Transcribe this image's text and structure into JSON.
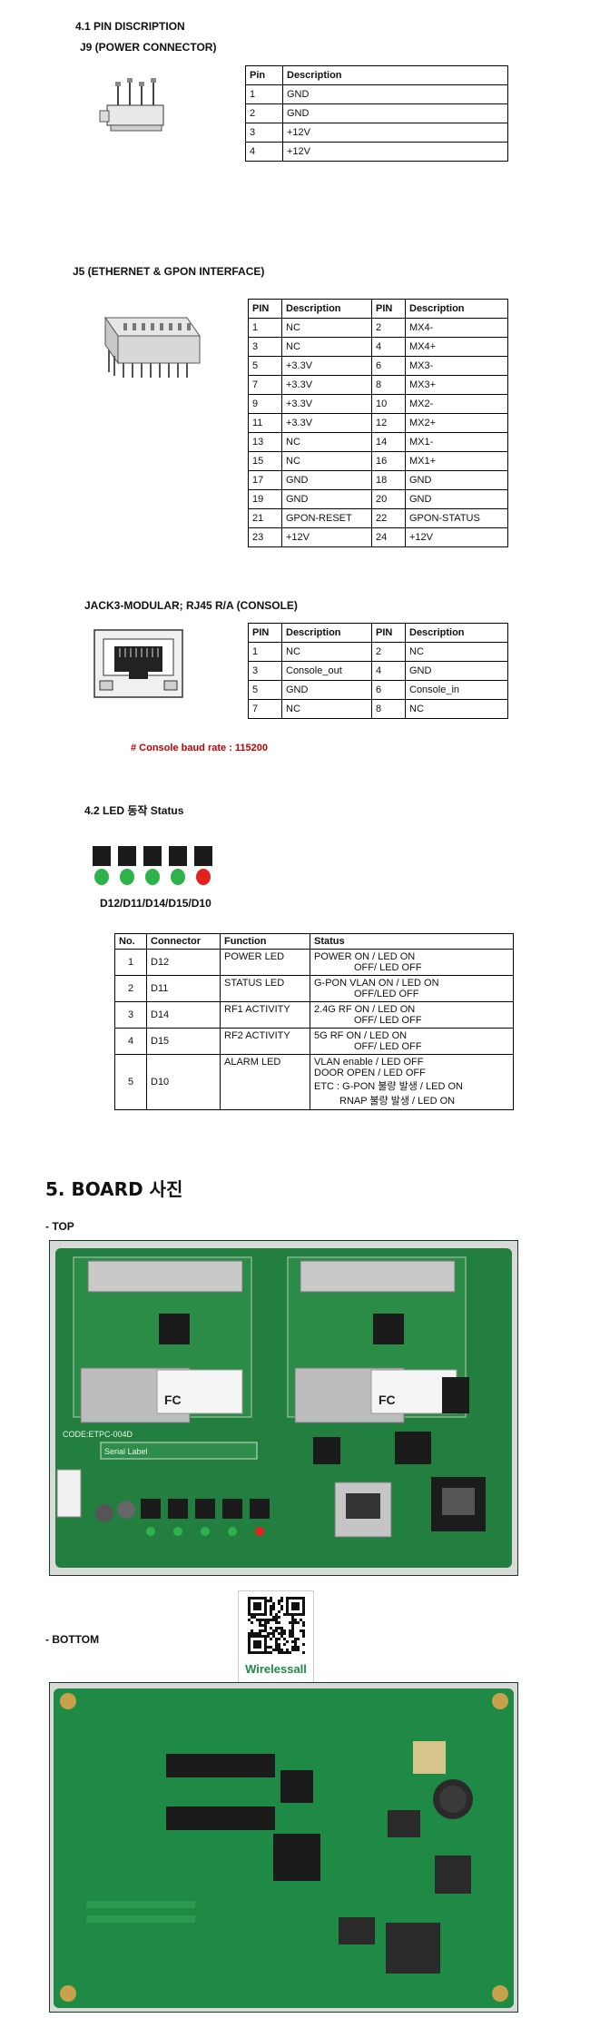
{
  "section41": {
    "title": "4.1 PIN DISCRIPTION"
  },
  "j9": {
    "title": "J9 (POWER CONNECTOR)",
    "headers": [
      "Pin",
      "Description"
    ],
    "rows": [
      [
        "1",
        "GND"
      ],
      [
        "2",
        "GND"
      ],
      [
        "3",
        "+12V"
      ],
      [
        "4",
        "+12V"
      ]
    ]
  },
  "j5": {
    "title": "J5 (ETHERNET & GPON INTERFACE)",
    "headers": [
      "PIN",
      "Description",
      "PIN",
      "Description"
    ],
    "rows": [
      [
        "1",
        "NC",
        "2",
        "MX4-"
      ],
      [
        "3",
        "NC",
        "4",
        "MX4+"
      ],
      [
        "5",
        "+3.3V",
        "6",
        "MX3-"
      ],
      [
        "7",
        "+3.3V",
        "8",
        "MX3+"
      ],
      [
        "9",
        "+3.3V",
        "10",
        "MX2-"
      ],
      [
        "11",
        "+3.3V",
        "12",
        "MX2+"
      ],
      [
        "13",
        "NC",
        "14",
        "MX1-"
      ],
      [
        "15",
        "NC",
        "16",
        "MX1+"
      ],
      [
        "17",
        "GND",
        "18",
        "GND"
      ],
      [
        "19",
        "GND",
        "20",
        "GND"
      ],
      [
        "21",
        "GPON-RESET",
        "22",
        "GPON-STATUS"
      ],
      [
        "23",
        "+12V",
        "24",
        "+12V"
      ]
    ]
  },
  "jack3": {
    "title": "JACK3-MODULAR; RJ45 R/A (CONSOLE)",
    "headers": [
      "PIN",
      "Description",
      "PIN",
      "Description"
    ],
    "rows": [
      [
        "1",
        "NC",
        "2",
        "NC"
      ],
      [
        "3",
        "Console_out",
        "4",
        "GND"
      ],
      [
        "5",
        "GND",
        "6",
        "Console_in"
      ],
      [
        "7",
        "NC",
        "8",
        "NC"
      ]
    ],
    "note": "# Console baud rate : 115200"
  },
  "section42": {
    "title": "4.2 LED 동작 Status",
    "led_caption": "D12/D11/D14/D15/D10",
    "led_colors": [
      "#2db34a",
      "#2db34a",
      "#2db34a",
      "#2db34a",
      "#e0221b"
    ],
    "headers": [
      "No.",
      "Connector",
      "Function",
      "Status"
    ],
    "rows": [
      {
        "no": "1",
        "connector": "D12",
        "function": "POWER LED",
        "status": [
          "POWER ON / LED ON",
          "OFF/ LED OFF"
        ]
      },
      {
        "no": "2",
        "connector": "D11",
        "function": "STATUS LED",
        "status": [
          "G-PON VLAN ON / LED ON",
          "OFF/LED OFF"
        ]
      },
      {
        "no": "3",
        "connector": "D14",
        "function": "RF1 ACTIVITY",
        "status": [
          "2.4G RF ON / LED ON",
          "OFF/ LED OFF"
        ]
      },
      {
        "no": "4",
        "connector": "D15",
        "function": "RF2 ACTIVITY",
        "status": [
          "5G RF ON / LED ON",
          "OFF/ LED OFF"
        ]
      },
      {
        "no": "5",
        "connector": "D10",
        "function": "ALARM LED",
        "status": [
          "VLAN enable / LED OFF",
          "DOOR OPEN / LED OFF",
          "ETC : G-PON 불량 발생 / LED ON",
          "RNAP 불량 발생 / LED ON"
        ]
      }
    ]
  },
  "section5": {
    "title": "5.  BOARD 사진",
    "top_label": "-    TOP",
    "bottom_label": "-    BOTTOM",
    "top_board_text": [
      "Serial Label",
      "CODE:ETPC-004D",
      "FC",
      "FC"
    ],
    "qr_brand": "Wirelessall"
  },
  "colors": {
    "pcb": "#1f7a3c",
    "note": "#c00000",
    "accent": "#e0221b"
  }
}
